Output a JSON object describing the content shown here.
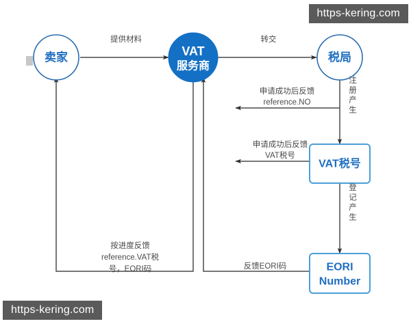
{
  "diagram": {
    "title": "VAT registration flow",
    "colors": {
      "accent_blue": "#1470c4",
      "outline_blue": "#2a6db0",
      "box_blue": "#4a9fd8",
      "text_blue": "#1f6fc0",
      "line_grey": "#4a4a4a",
      "watermark_bg": "#5a5a5a"
    },
    "nodes": {
      "seller": {
        "label": "卖家",
        "shape": "circle-outline"
      },
      "vat_agent": {
        "label_line1": "VAT",
        "label_line2": "服务商",
        "shape": "circle-solid"
      },
      "tax_office": {
        "label": "税局",
        "shape": "circle-outline"
      },
      "vat_number": {
        "label": "VAT税号",
        "shape": "rounded-box"
      },
      "eori_number": {
        "label_line1": "EORI",
        "label_line2": "Number",
        "shape": "rounded-box"
      }
    },
    "edges": {
      "supply_materials": {
        "label": "提供材料"
      },
      "hand_over": {
        "label": "转交"
      },
      "feedback_reference": {
        "label_line1": "申请成功后反馈",
        "label_line2": "reference.NO"
      },
      "register_generates": {
        "label": "注册产生"
      },
      "feedback_vat_number": {
        "label_line1": "申请成功后反馈",
        "label_line2": "VAT税号"
      },
      "record_generates": {
        "label": "登记产生"
      },
      "feedback_eori": {
        "label": "反馈EORI码"
      },
      "progress_feedback": {
        "label_line1": "按进度反馈",
        "label_line2": "reference.VAT税",
        "label_line3": "号，EORI码"
      }
    }
  },
  "watermarks": {
    "top": "https-kering.com",
    "bottom": "https-kering.com"
  }
}
